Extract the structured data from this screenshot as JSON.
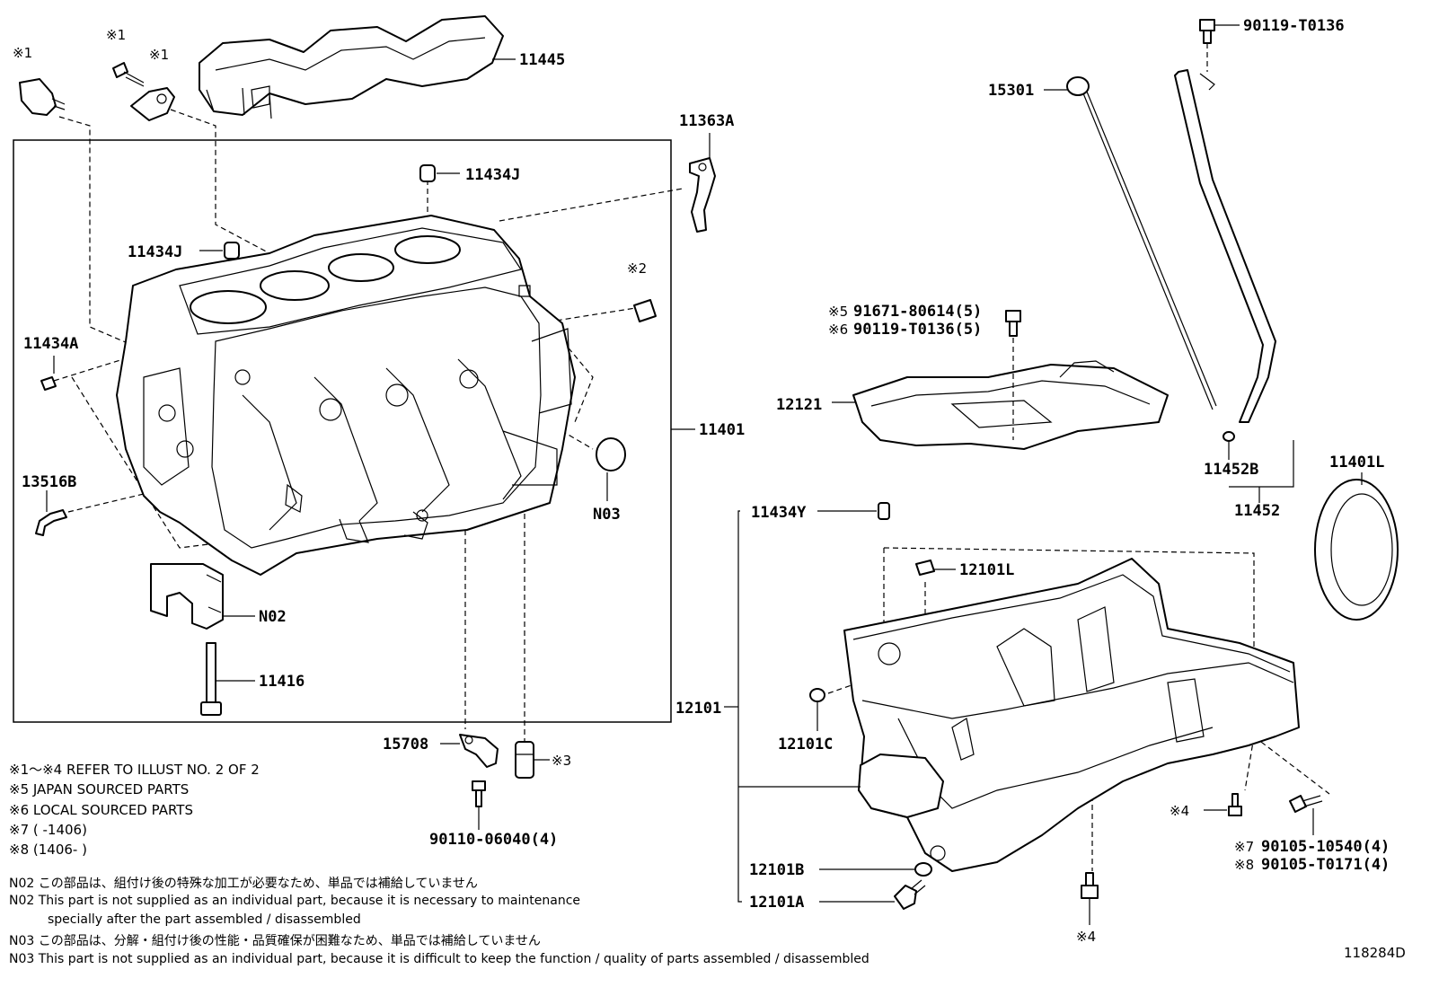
{
  "labels": {
    "p11445": "11445",
    "p11363a": "11363A",
    "p11434j_top": "11434J",
    "p11434j_mid": "11434J",
    "p11434a": "11434A",
    "p13516b": "13516B",
    "pn02": "N02",
    "p11416": "11416",
    "pn03": "N03",
    "p11401": "11401",
    "p15708": "15708",
    "p90110": "90110-06040(4)",
    "p15301": "15301",
    "p90119_top": "90119-T0136",
    "p91671": "91671-80614(5)",
    "p90119_mid": "90119-T0136(5)",
    "p12121": "12121",
    "p11452b": "11452B",
    "p11452": "11452",
    "p11401l": "11401L",
    "p11434y": "11434Y",
    "p12101l": "12101L",
    "p12101": "12101",
    "p12101c": "12101C",
    "p12101b": "12101B",
    "p12101a": "12101A",
    "p90105_1": "90105-10540(4)",
    "p90105_2": "90105-T0171(4)"
  },
  "marks": {
    "m1a": "※1",
    "m1b": "※1",
    "m1c": "※1",
    "m2": "※2",
    "m3": "※3",
    "m4a": "※4",
    "m4b": "※4",
    "m5": "※5",
    "m6": "※6",
    "m7": "※7",
    "m8": "※8"
  },
  "notes": {
    "line1": "※1〜※4 REFER TO ILLUST NO. 2 OF 2",
    "line2": "※5 JAPAN SOURCED PARTS",
    "line3": "※6 LOCAL SOURCED PARTS",
    "line4": "※7 (      -1406)",
    "line5": "※8 (1406-      )",
    "n02_jp": "N02  この部品は、組付け後の特殊な加工が必要なため、単品では補給していません",
    "n02_en1": "N02  This part is not supplied as an individual part, because it is necessary to maintenance",
    "n02_en2": "specially after the part assembled / disassembled",
    "n03_jp": "N03  この部品は、分解・組付け後の性能・品質確保が困難なため、単品では補給していません",
    "n03_en": "N03  This part is not supplied as an individual part, because it is difficult to keep the function / quality of parts  assembled / disassembled"
  },
  "illustration_id": "118284D"
}
